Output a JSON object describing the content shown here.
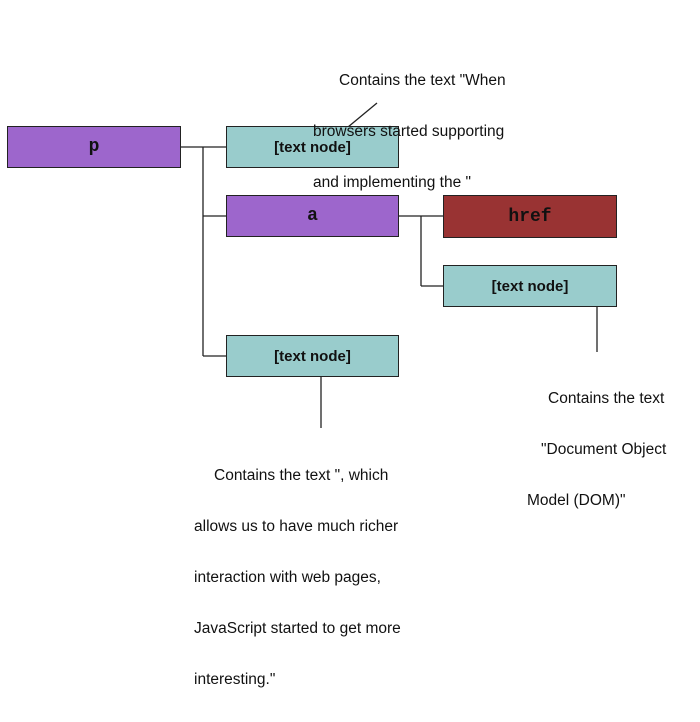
{
  "colors": {
    "element_fill": "#9d66cc",
    "text_node_fill": "#99cccc",
    "attribute_fill": "#993333",
    "line": "#222222"
  },
  "nodes": {
    "p": {
      "label": "p"
    },
    "text_node_1": {
      "label": "[text node]"
    },
    "a": {
      "label": "a"
    },
    "href": {
      "label": "href"
    },
    "text_node_2": {
      "label": "[text node]"
    },
    "text_node_3": {
      "label": "[text node]"
    }
  },
  "callouts": {
    "top": {
      "lines": [
        "Contains the text \"When",
        "browsers started supporting",
        "and implementing the \""
      ]
    },
    "right": {
      "lines": [
        "Contains the text",
        "\"Document Object",
        "Model (DOM)\""
      ]
    },
    "bottom": {
      "lines": [
        "Contains the text \", which",
        "allows us to have much richer",
        "interaction with web pages,",
        "JavaScript started to get more",
        "interesting.\""
      ]
    }
  }
}
